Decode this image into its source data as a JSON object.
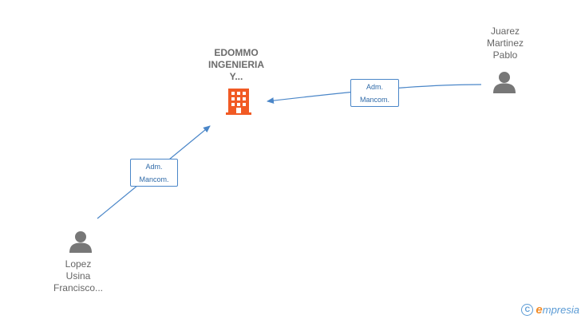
{
  "nodes": {
    "company": {
      "lines": [
        "EDOMMO",
        "INGENIERIA",
        "Y..."
      ],
      "color": "#f15a24"
    },
    "person_1": {
      "lines": [
        "Juarez",
        "Martinez",
        "Pablo"
      ],
      "color": "#666666"
    },
    "person_2": {
      "lines": [
        "Lopez",
        "Usina",
        "Francisco..."
      ],
      "color": "#666666"
    }
  },
  "edges": [
    {
      "from": "person_1",
      "to": "company",
      "label": [
        "Adm.",
        "Mancom."
      ]
    },
    {
      "from": "person_2",
      "to": "company",
      "label": [
        "Adm.",
        "Mancom."
      ]
    }
  ],
  "edge_color": "#4a86c8",
  "brand": {
    "copyright_symbol": "C",
    "name_initial": "e",
    "name_rest": "mpresia"
  }
}
